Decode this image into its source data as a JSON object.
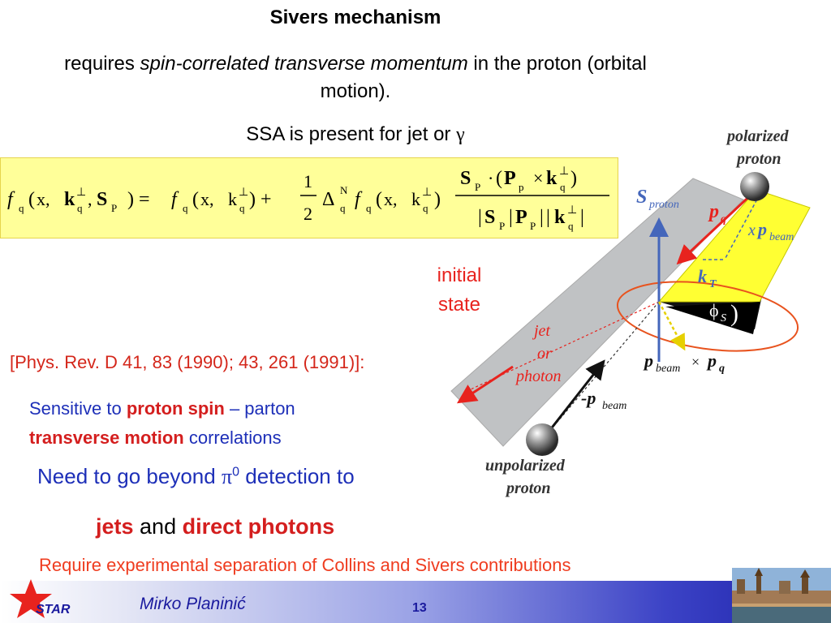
{
  "slide": {
    "title": "Sivers mechanism",
    "requires_pre": "requires ",
    "requires_em": "spin-correlated transverse momentum",
    "requires_post": " in the proton (orbital motion).",
    "ssa_text": "SSA is present for jet or ",
    "gamma": "γ",
    "initial_state_line1": "initial",
    "initial_state_line2": "state",
    "reference": "[Phys. Rev. D 41, 83 (1990); 43, 261 (1991)]:",
    "sensitive_pre": "Sensitive to ",
    "sensitive_b1": "proton spin",
    "sensitive_mid": " – parton ",
    "sensitive_b2": "transverse motion",
    "sensitive_post": " correlations",
    "beyond_pre": "Need to go beyond ",
    "beyond_pi": "π",
    "beyond_sup": "0",
    "beyond_post": " detection to",
    "jets_b1": "jets",
    "jets_mid": " and ",
    "jets_b2": "direct photons",
    "require": "Require experimental separation of Collins and Sivers contributions"
  },
  "formula": {
    "f": "f",
    "q": "q",
    "x": "x,",
    "k": "k",
    "perp": "⊥",
    "S": "S",
    "P": "P",
    "p": "p",
    "one": "1",
    "two": "2",
    "delta": "Δ",
    "N": "N",
    "eq": ") =",
    "plus": ") +",
    "comma": ",",
    "open": "(",
    "close": ")",
    "dot": "·",
    "times": "×",
    "bar": "|"
  },
  "diagram": {
    "polarized_line1": "polarized",
    "polarized_line2": "proton",
    "unpolarized_line1": "unpolarized",
    "unpolarized_line2": "proton",
    "s_proton_main": "S",
    "s_proton_sub": "proton",
    "pq_main": "p",
    "pq_sub": "q",
    "xp_x": "x",
    "xp_p": "p",
    "xp_sub": "beam",
    "kt_main": "k",
    "kt_sub": "T",
    "phi_main": "ϕ",
    "phi_sub": "S",
    "phi_paren": ")",
    "jet": "jet",
    "or": "or",
    "photon": "photon",
    "cross_p1": "p",
    "cross_sub1": "beam",
    "cross_times": "×",
    "cross_p2": "p",
    "cross_sub2": "q",
    "minus_p": "-p",
    "minus_sub": "beam"
  },
  "footer": {
    "star_label": "STAR",
    "author": "Mirko Planinić",
    "page": "13"
  },
  "colors": {
    "red": "#e8231e",
    "blue": "#1d2fb8",
    "formula_bg": "#ffff99",
    "plane_gray": "#c0c2c4",
    "plane_yellow": "#ffff33"
  }
}
